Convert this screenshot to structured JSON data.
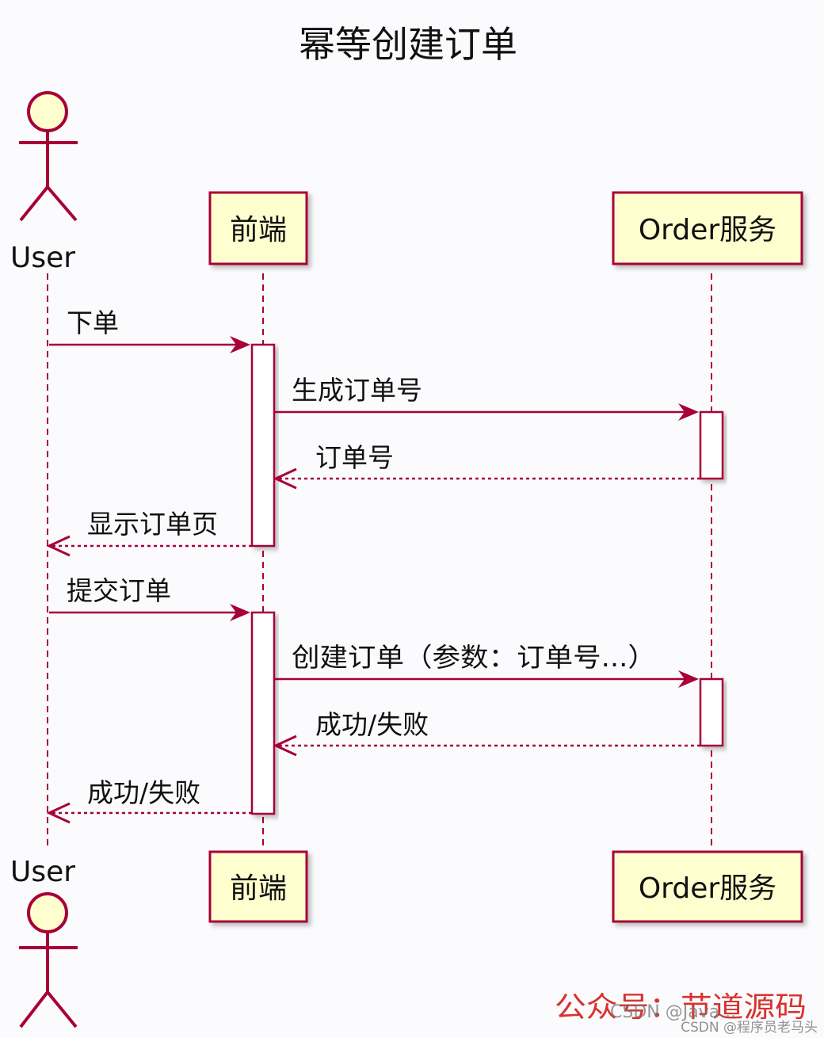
{
  "diagram": {
    "title": "幂等创建订单",
    "participants": [
      {
        "id": "user",
        "kind": "actor",
        "label": "User"
      },
      {
        "id": "frontend",
        "kind": "box",
        "label": "前端"
      },
      {
        "id": "order",
        "kind": "box",
        "label": "Order服务"
      }
    ],
    "messages": [
      {
        "from": "user",
        "to": "frontend",
        "style": "solid",
        "label": "下单"
      },
      {
        "from": "frontend",
        "to": "order",
        "style": "solid",
        "label": "生成订单号"
      },
      {
        "from": "order",
        "to": "frontend",
        "style": "dashed",
        "label": "订单号"
      },
      {
        "from": "frontend",
        "to": "user",
        "style": "dashed",
        "label": "显示订单页"
      },
      {
        "from": "user",
        "to": "frontend",
        "style": "solid",
        "label": "提交订单"
      },
      {
        "from": "frontend",
        "to": "order",
        "style": "solid",
        "label": "创建订单（参数：订单号...）"
      },
      {
        "from": "order",
        "to": "frontend",
        "style": "dashed",
        "label": "成功/失败"
      },
      {
        "from": "frontend",
        "to": "user",
        "style": "dashed",
        "label": "成功/失败"
      }
    ],
    "colors": {
      "line": "#a80036",
      "box_fill": "#fefece",
      "activation_fill": "#ffffff",
      "background": "#fbfbfd"
    }
  },
  "watermark": {
    "main": "公众号：节道源码",
    "overlay": "CSDN @Java...",
    "corner": "CSDN @程序员老马头"
  }
}
